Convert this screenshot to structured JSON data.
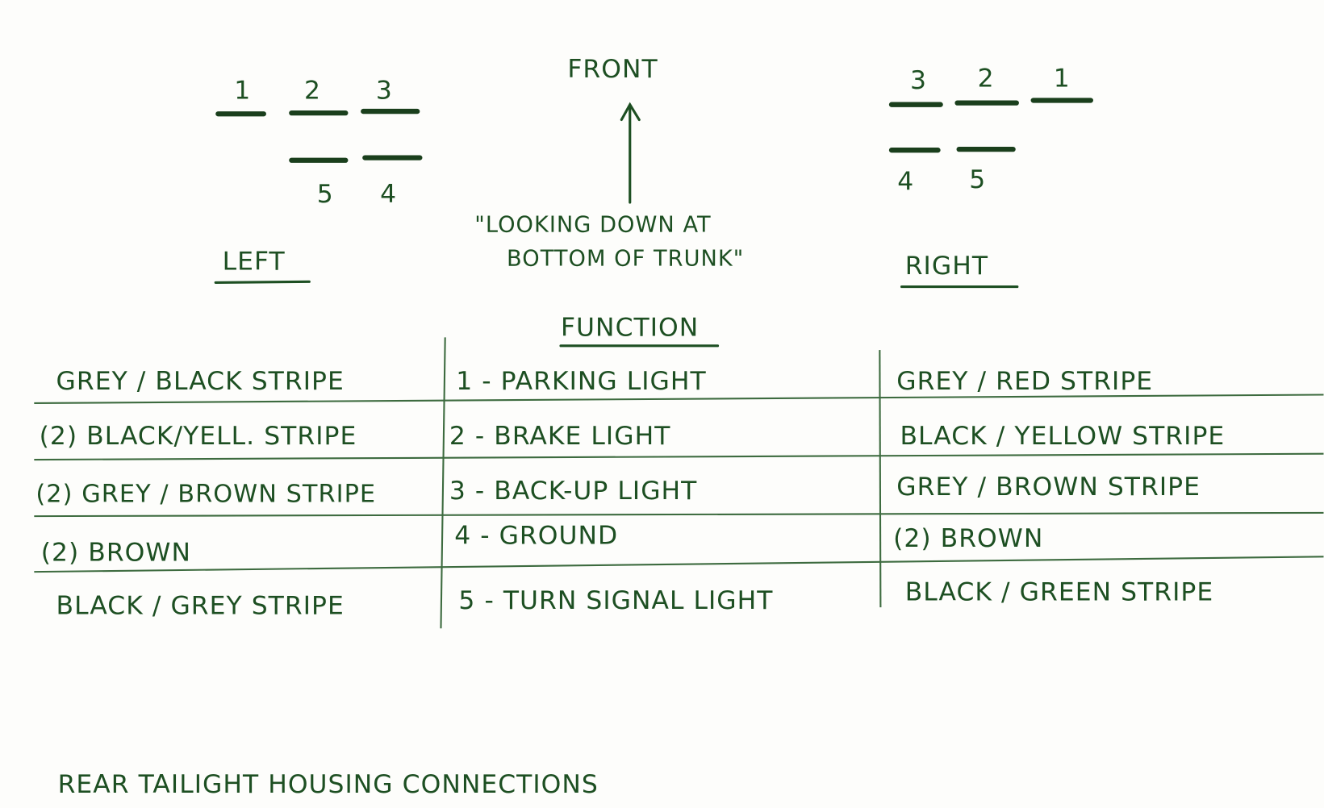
{
  "header": {
    "front_label": "FRONT",
    "view_note_line1": "\"LOOKING DOWN AT",
    "view_note_line2": "BOTTOM OF TRUNK\""
  },
  "left_connector": {
    "label": "LEFT",
    "top_pins": [
      "1",
      "2",
      "3"
    ],
    "bottom_pins": [
      "5",
      "4"
    ]
  },
  "right_connector": {
    "label": "RIGHT",
    "top_pins": [
      "3",
      "2",
      "1"
    ],
    "bottom_pins": [
      "4",
      "5"
    ]
  },
  "table": {
    "function_header": "FUNCTION",
    "rows": [
      {
        "left": "GREY / BLACK STRIPE",
        "function": "1 - PARKING LIGHT",
        "right": "GREY / RED STRIPE"
      },
      {
        "left": "(2) BLACK/YELL. STRIPE",
        "function": "2 - BRAKE LIGHT",
        "right": "BLACK / YELLOW STRIPE"
      },
      {
        "left": "(2) GREY / BROWN STRIPE",
        "function": "3 - BACK-UP LIGHT",
        "right": "GREY / BROWN STRIPE"
      },
      {
        "left": "(2) BROWN",
        "function": "4 - GROUND",
        "right": "(2) BROWN"
      },
      {
        "left": "BLACK / GREY STRIPE",
        "function": "5 - TURN SIGNAL LIGHT",
        "right": "BLACK / GREEN STRIPE"
      }
    ]
  },
  "footer": {
    "caption": "REAR TAILIGHT HOUSING CONNECTIONS"
  }
}
